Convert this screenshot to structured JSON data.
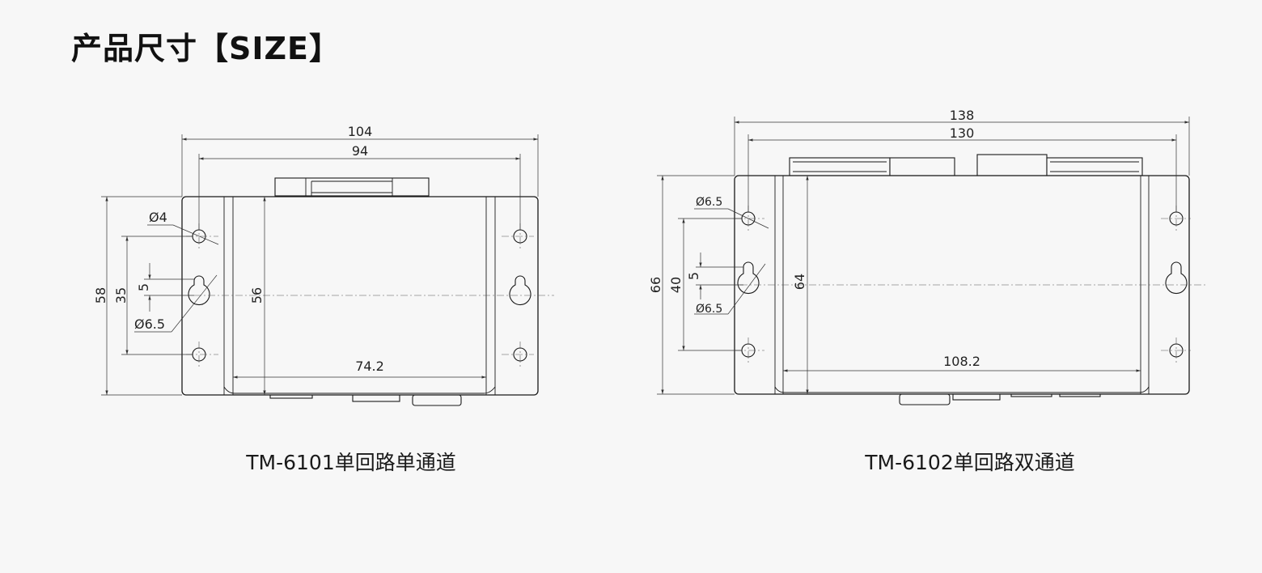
{
  "header": {
    "title": "产品尺寸【SIZE】"
  },
  "model_a": {
    "caption": "TM-6101单回路单通道",
    "dims": {
      "overall_width": "104",
      "hole_span_width": "94",
      "overall_height": "58",
      "hole_spacing_v": "35",
      "keyhole_slot": "5",
      "inner_height": "56",
      "inner_width": "74.2",
      "hole_dia_small": "Ø4",
      "hole_dia_keyhole": "Ø6.5"
    }
  },
  "model_b": {
    "caption": "TM-6102单回路双通道",
    "dims": {
      "overall_width": "138",
      "hole_span_width": "130",
      "overall_height": "66",
      "hole_spacing_v": "40",
      "keyhole_slot": "5",
      "inner_height": "64",
      "inner_width": "108.2",
      "hole_dia_top": "Ø6.5",
      "hole_dia_keyhole": "Ø6.5"
    }
  }
}
